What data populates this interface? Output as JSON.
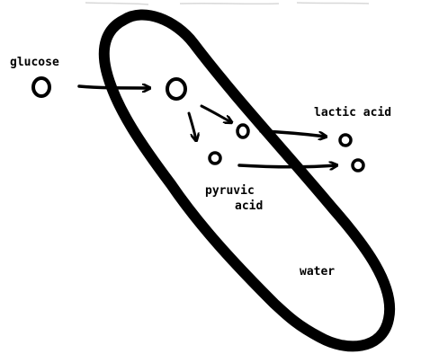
{
  "labels": {
    "glucose": "glucose",
    "lactic_acid": "lactic acid",
    "pyruvic_line1": "pyruvic",
    "pyruvic_line2": "acid",
    "water": "water"
  },
  "colors": {
    "ink": "#000000",
    "background": "#ffffff"
  }
}
